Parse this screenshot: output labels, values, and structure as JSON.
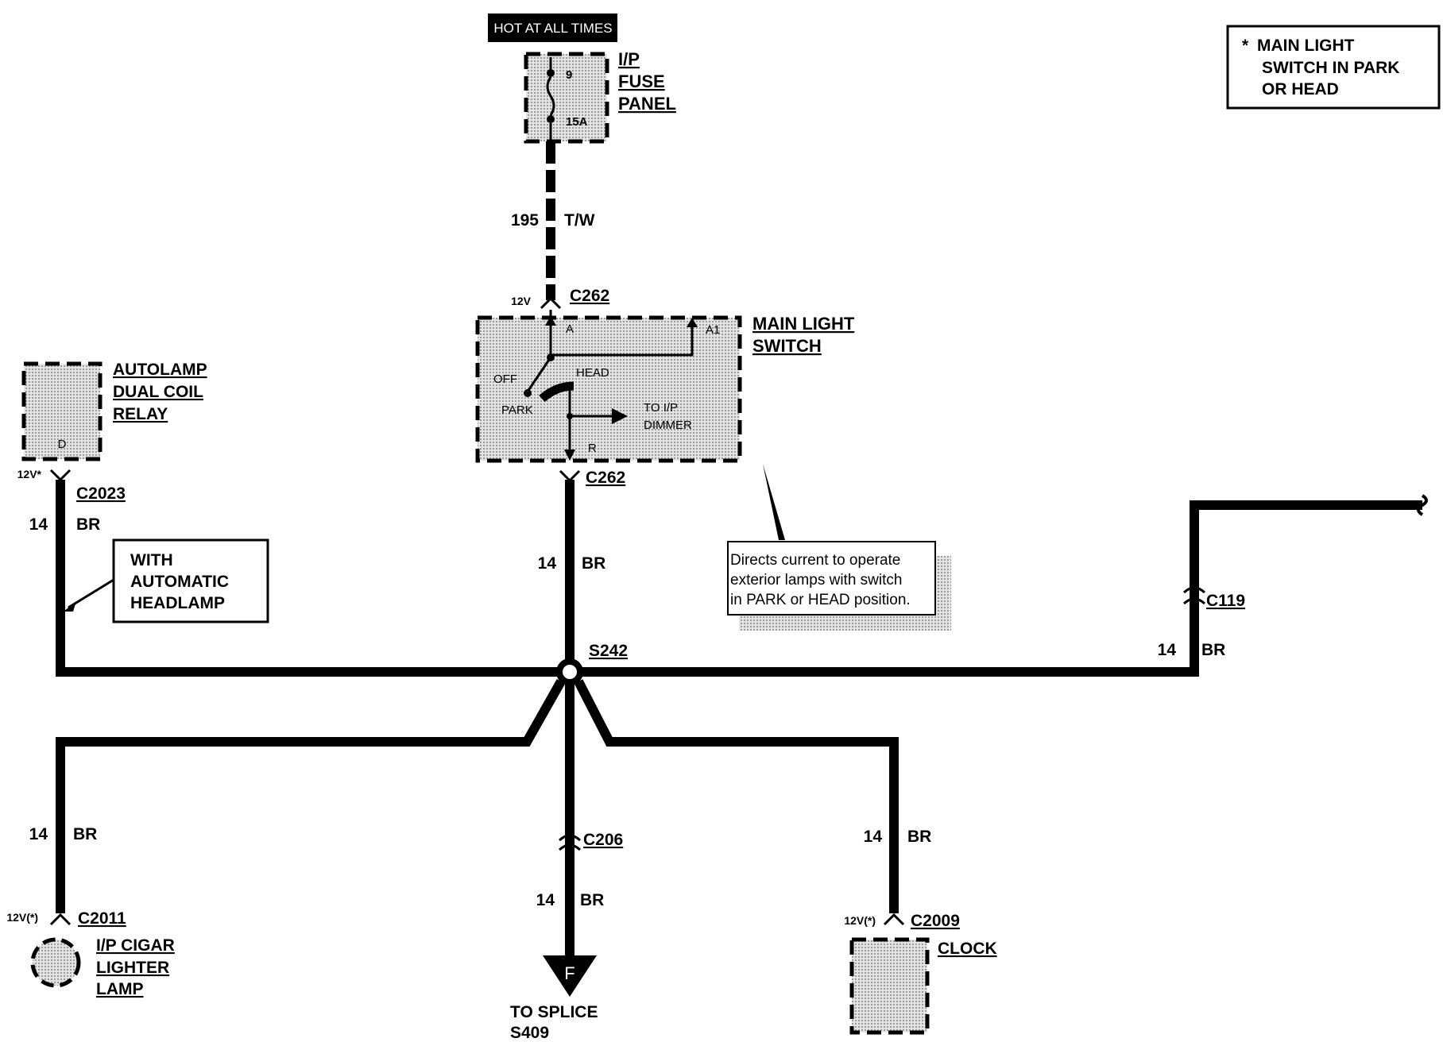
{
  "hot_label": "HOT AT ALL TIMES",
  "fuse_panel": {
    "name_lines": [
      "I/P",
      "FUSE",
      "PANEL"
    ],
    "fuse_number": "9",
    "fuse_rating": "15A"
  },
  "top_wire": {
    "circuit": "195",
    "color": "T/W"
  },
  "main_switch": {
    "voltage": "12V",
    "connector_top": "C262",
    "connector_bottom": "C262",
    "name_lines": [
      "MAIN LIGHT",
      "SWITCH"
    ],
    "pins": {
      "a": "A",
      "a1": "A1",
      "r": "R"
    },
    "positions": {
      "off": "OFF",
      "head": "HEAD",
      "park": "PARK"
    },
    "dimmer_lines": [
      "TO I/P",
      "DIMMER"
    ]
  },
  "star_note": {
    "star": "*",
    "lines": [
      "MAIN LIGHT",
      "SWITCH IN PARK",
      "OR HEAD"
    ]
  },
  "callout": {
    "lines": [
      "Directs current to operate",
      "exterior lamps with switch",
      "in PARK or HEAD position."
    ]
  },
  "autolamp": {
    "name_lines": [
      "AUTOLAMP",
      "DUAL COIL",
      "RELAY"
    ],
    "pin": "D",
    "voltage": "12V*",
    "connector": "C2023",
    "gauge": "14",
    "color": "BR",
    "note_lines": [
      "WITH",
      "AUTOMATIC",
      "HEADLAMP"
    ]
  },
  "center_wire": {
    "gauge": "14",
    "color": "BR"
  },
  "splice": "S242",
  "right_branch": {
    "connector": "C119",
    "gauge": "14",
    "color": "BR"
  },
  "cigar": {
    "gauge": "14",
    "color": "BR",
    "voltage": "12V(*)",
    "connector": "C2011",
    "name_lines": [
      "I/P CIGAR",
      "LIGHTER",
      "LAMP"
    ]
  },
  "splice_branch": {
    "connector": "C206",
    "gauge": "14",
    "color": "BR",
    "flag": "F",
    "label_lines": [
      "TO SPLICE",
      "S409"
    ]
  },
  "clock": {
    "gauge": "14",
    "color": "BR",
    "voltage": "12V(*)",
    "connector": "C2009",
    "name": "CLOCK"
  }
}
